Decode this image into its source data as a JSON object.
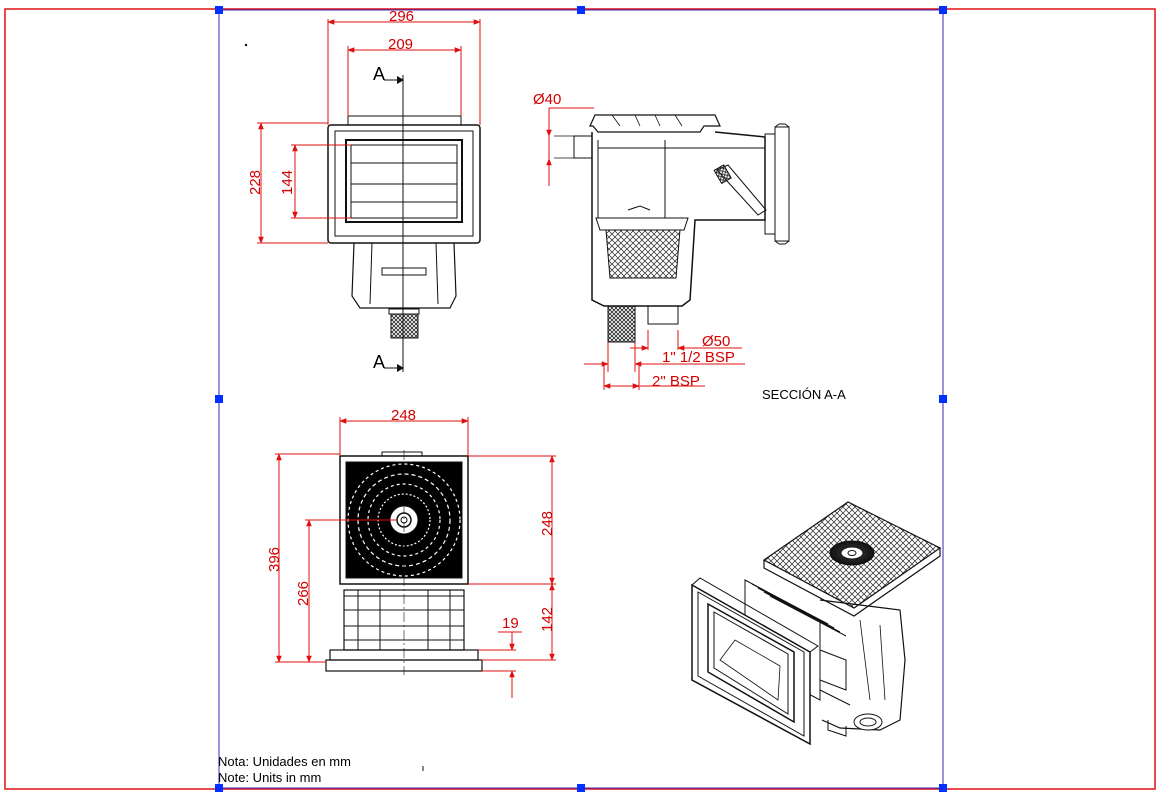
{
  "drawing": {
    "front_view": {
      "dim_width_outer": "296",
      "dim_width_inner": "209",
      "dim_height_outer": "228",
      "dim_height_inner": "144",
      "section_mark_top": "A",
      "section_mark_bottom": "A"
    },
    "section_view": {
      "dim_inlet": "Ø40",
      "dim_outlet": "Ø50",
      "dim_thread_small": "1\" 1/2 BSP",
      "dim_thread_large": "2\" BSP",
      "title": "SECCIÓN A-A"
    },
    "top_view": {
      "dim_width": "248",
      "dim_total_height": "396",
      "dim_center_height": "266",
      "dim_lid": "248",
      "dim_body": "142",
      "dim_flange": "19"
    },
    "notes": {
      "note_es": "Nota: Unidades en mm",
      "note_en": "Note: Units in mm"
    }
  },
  "colors": {
    "frame": "#e01010",
    "viewport": "#2020c0",
    "grip": "#0030ff",
    "dimension": "#d40000",
    "linework": "#111111"
  }
}
